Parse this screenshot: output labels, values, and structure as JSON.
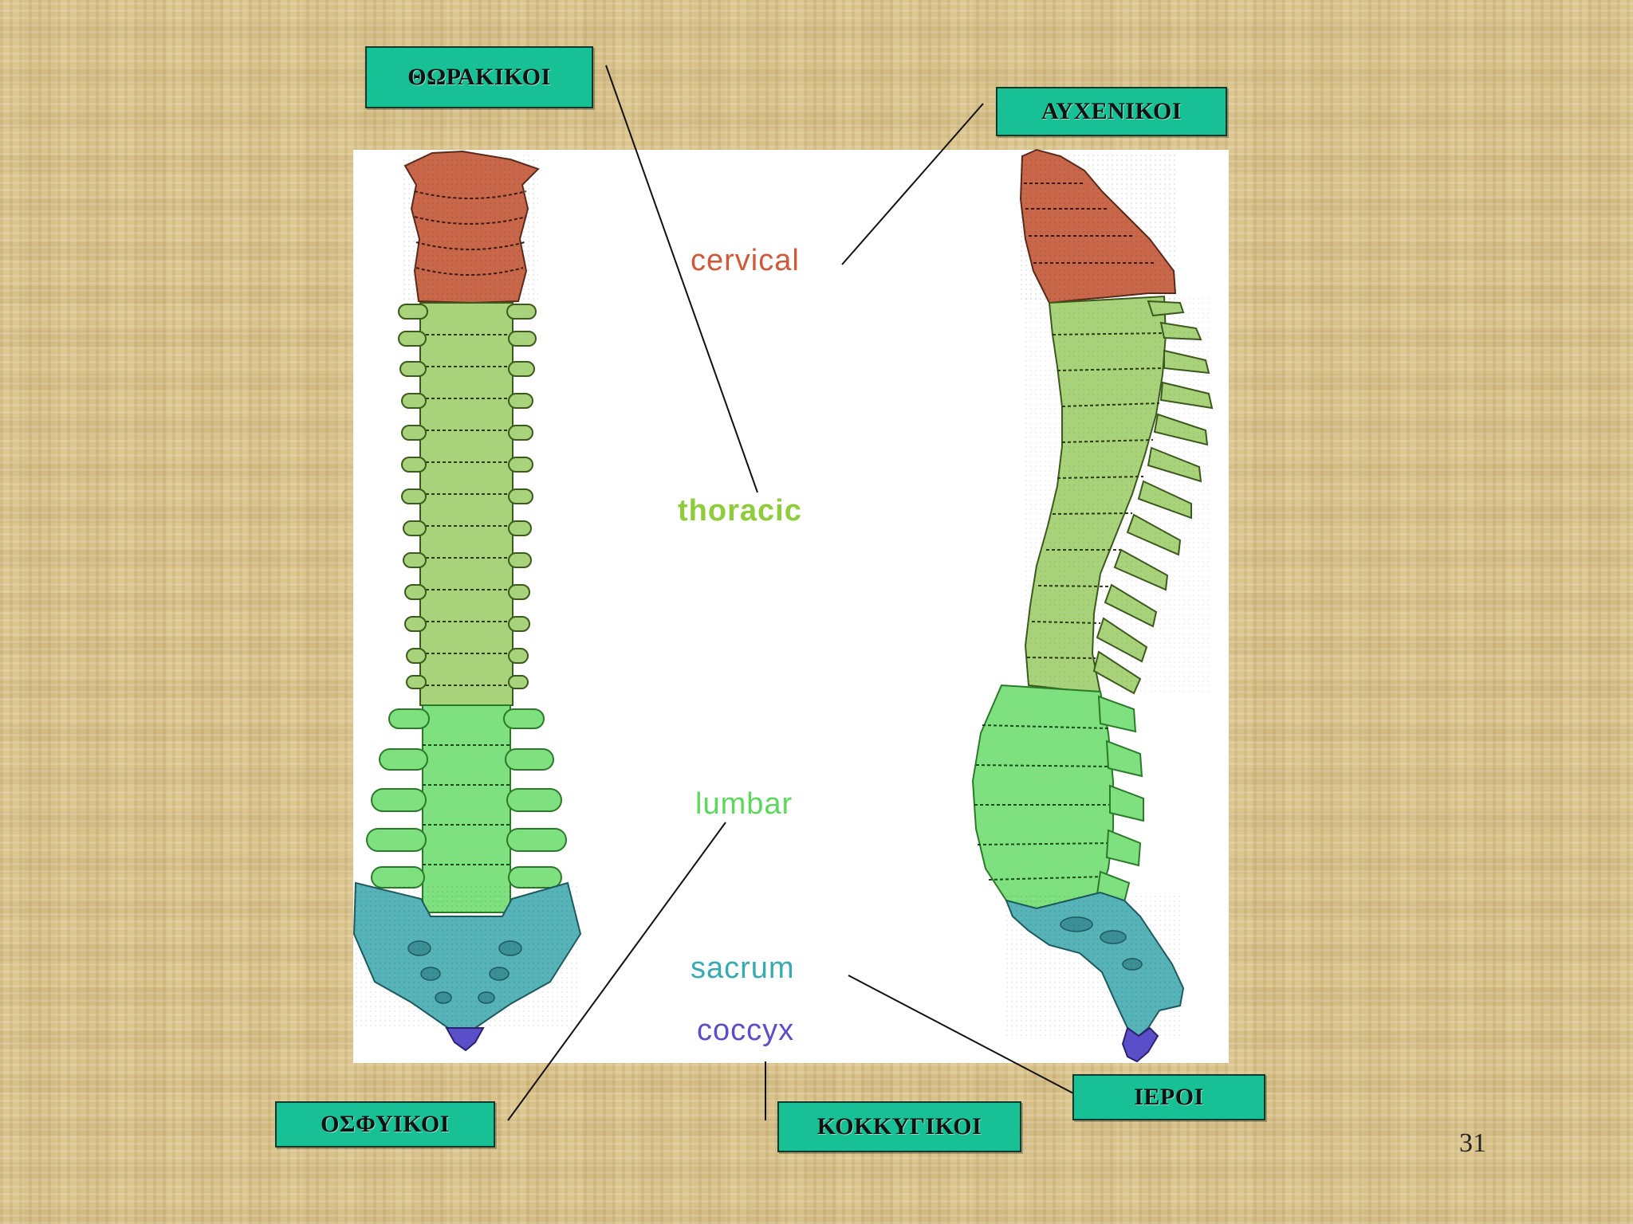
{
  "greek_labels": {
    "thoracic": "ΘΩΡΑΚΙΚΟΙ",
    "cervical": "ΑΥΧΕΝΙΚΟΙ",
    "lumbar": "ΟΣΦΥΙΚΟΙ",
    "coccygeal": "ΚΟΚΚΥΓΙΚΟΙ",
    "sacral": "ΙΕΡΟΙ"
  },
  "english_labels": {
    "cervical": "cervical",
    "thoracic": "thoracic",
    "lumbar": "lumbar",
    "sacrum": "sacrum",
    "coccyx": "coccyx"
  },
  "region_colors": {
    "cervical": "#c8674a",
    "thoracic": "#a9d37a",
    "lumbar": "#7fe07f",
    "sacrum": "#56b3b8",
    "coccyx": "#5a4fc8"
  },
  "page_number": "31"
}
